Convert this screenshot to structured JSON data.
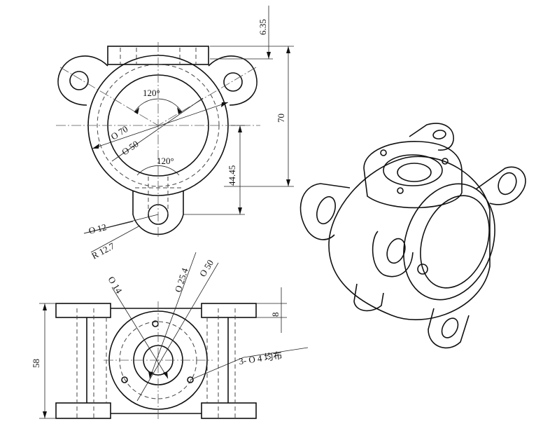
{
  "top_view": {
    "dim_vertical_top": "6.35",
    "dim_vertical_total": "70",
    "dim_vertical_mid": "44.45",
    "angle_upper": "120°",
    "angle_lower": "120°",
    "diameter_outer": "Ο 70",
    "diameter_inner": "Ο 50",
    "diameter_lug_hole": "Ο 12",
    "radius_lug": "R 12.7"
  },
  "front_view": {
    "diameter_small": "Ο 14",
    "diameter_mid": "Ο 25.4",
    "diameter_large": "Ο 50",
    "dim_flange_thickness": "8",
    "dim_height": "58",
    "hole_pattern_note": "3- Ο 4 均布"
  }
}
